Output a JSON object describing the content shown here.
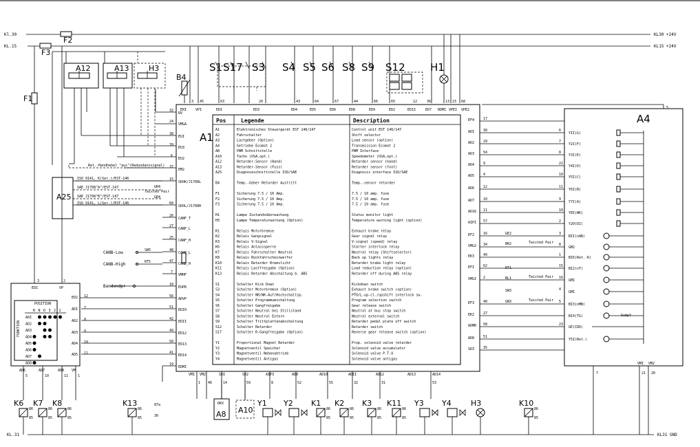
{
  "rails": {
    "kl30_left": "Kl.30",
    "kl15_left": "KL.15",
    "kl30_right": "KL30 +24V",
    "kl15_right": "KL15 +24V",
    "kl31_left": "KL.31",
    "kl31_right": "KL31 GND"
  },
  "components": {
    "F1": "F1",
    "F2": "F2",
    "F3": "F3",
    "A12": "A12",
    "A13": "A13",
    "H3": "H3",
    "B4": "B4",
    "A1": "A1",
    "A2": "A2",
    "A4": "A4",
    "A25": "A25",
    "H1": "H1",
    "S12": "S12",
    "A8": "A8",
    "A10": "A10"
  },
  "top_switches": [
    "S1",
    "S17",
    "S3",
    "S4",
    "S5",
    "S6",
    "S8",
    "S9"
  ],
  "top_pins": [
    "3",
    "45",
    "63",
    "20",
    "43",
    "64",
    "67",
    "44",
    "66",
    "65",
    "12",
    "36",
    "13",
    "23",
    "68"
  ],
  "a1_top_labels": [
    "ERI",
    "VPI",
    "EDI",
    "ED3",
    "ED4",
    "ED5",
    "ED6",
    "ED8",
    "ED9",
    "ED2",
    "ED15",
    "ED7",
    "RDMI",
    "VPEI",
    "VPE2"
  ],
  "a1_left_pins": [
    {
      "num": "32",
      "label": "RV"
    },
    {
      "num": "24",
      "label": "VMGA"
    },
    {
      "num": "38",
      "label": "EUI"
    },
    {
      "num": "39",
      "label": "EU3"
    },
    {
      "num": "6",
      "label": "EU2"
    },
    {
      "num": "37",
      "label": "EM2"
    },
    {
      "num": "15",
      "label": "SDOK/J1708L"
    },
    {
      "num": "60",
      "label": "SDOL/J1708H"
    },
    {
      "num": "26",
      "label": "CANF_T"
    },
    {
      "num": "27",
      "label": "CANF_L"
    },
    {
      "num": "25",
      "label": "CANF_H"
    },
    {
      "num": "48",
      "label": "CANB_L"
    },
    {
      "num": "47",
      "label": "CANB_H"
    },
    {
      "num": "7",
      "label": "VMHF"
    },
    {
      "num": "18",
      "label": "EUPR"
    },
    {
      "num": "56",
      "label": "ADVP"
    },
    {
      "num": "51",
      "label": "EDI0"
    },
    {
      "num": "42",
      "label": "EDII"
    },
    {
      "num": "49",
      "label": "ED12"
    },
    {
      "num": "50",
      "label": "ED13"
    },
    {
      "num": "41",
      "label": "ED14"
    },
    {
      "num": "19",
      "label": "EDMI"
    }
  ],
  "a1_right_pins": [
    {
      "num": "17",
      "label": "EF4"
    },
    {
      "num": "30",
      "label": "ADI"
    },
    {
      "num": "29",
      "label": "AD2"
    },
    {
      "num": "54",
      "label": "AD3"
    },
    {
      "num": "9",
      "label": "AD4"
    },
    {
      "num": "4",
      "label": "AD5"
    },
    {
      "num": "12",
      "label": "AD6"
    },
    {
      "num": "10",
      "label": "AD7"
    },
    {
      "num": "11",
      "label": "AD16"
    },
    {
      "num": "57",
      "label": "AIPI"
    },
    {
      "num": "16",
      "label": "EF2"
    },
    {
      "num": "34",
      "label": "VMG2"
    },
    {
      "num": "49",
      "label": "EK3"
    },
    {
      "num": "62",
      "label": "EFI"
    },
    {
      "num": "2",
      "label": "VMGI"
    },
    {
      "num": "40",
      "label": "EF3"
    },
    {
      "num": "27",
      "label": "EK2"
    },
    {
      "num": "58",
      "label": "ADMR"
    },
    {
      "num": "51",
      "label": "AD8"
    },
    {
      "num": "35",
      "label": "SD3"
    }
  ],
  "a1_bottom_labels": [
    "VMI",
    "VM2",
    "SDI",
    "SD2",
    "AIP3",
    "AD9",
    "AD10",
    "ADII",
    "AD12",
    "AD13",
    "AD14"
  ],
  "a1_bottom_pins": [
    "1",
    "46",
    "14",
    "59",
    "8",
    "52",
    "55",
    "32",
    "31",
    "53"
  ],
  "legend": {
    "col_pos": "Pos",
    "col_legende": "Legende",
    "col_desc": "Description",
    "rows": [
      {
        "pos": "A1",
        "de": "Elektronisches Steuergerät EST 146/147",
        "en": "Control unit EST 146/147"
      },
      {
        "pos": "A2",
        "de": "Fahrschalter",
        "en": "Shift selector"
      },
      {
        "pos": "A3",
        "de": "Lastgeber (Option)",
        "en": "Load sensor (option)"
      },
      {
        "pos": "A4",
        "de": "Getriebe Ecomat 2",
        "en": "Transmission Ecomat 2"
      },
      {
        "pos": "A8",
        "de": "PWM Schnittstelle",
        "en": "PWM Interface"
      },
      {
        "pos": "A10",
        "de": "Tacho (USA,opt.)",
        "en": "Speedometer (USA,opt.)"
      },
      {
        "pos": "A12",
        "de": "Retarder-Sensor (Hand)",
        "en": "Retarder sensor (hand)"
      },
      {
        "pos": "A13",
        "de": "Retarder-Sensor (Fuss)",
        "en": "Retarder sensor (foot)"
      },
      {
        "pos": "A25",
        "de": "Diagnoseschnittstelle ISO/SAE",
        "en": "Diagnosis interface ISO/SAE"
      },
      {
        "pos": "",
        "de": "",
        "en": ""
      },
      {
        "pos": "B4",
        "de": "Temp.-Geber Retarder Austritt",
        "en": "Temp.-sensor retarder"
      },
      {
        "pos": "",
        "de": "",
        "en": ""
      },
      {
        "pos": "F1",
        "de": "Sicherung 7.5 / 10 Amp.",
        "en": "7.5 / 10 amp. fuse"
      },
      {
        "pos": "F2",
        "de": "Sicherung 7.5 / 10 Amp.",
        "en": "7.5 / 10 amp. fuse"
      },
      {
        "pos": "F3",
        "de": "Sicherung 7.5 / 10 Amp.",
        "en": "7.5 / 10 amp. fuse"
      },
      {
        "pos": "",
        "de": "",
        "en": ""
      },
      {
        "pos": "H1",
        "de": "Lampe Zustandsüberwachung",
        "en": "Status monitor light"
      },
      {
        "pos": "H3",
        "de": "Lampe Temperaturwarnung (Option)",
        "en": "Temperature warning light (option)"
      },
      {
        "pos": "",
        "de": "",
        "en": ""
      },
      {
        "pos": "K1",
        "de": "Relais Motorbremse",
        "en": "Exhaust brake relay"
      },
      {
        "pos": "K2",
        "de": "Relais Gangsignal",
        "en": "Gear signal relay"
      },
      {
        "pos": "K3",
        "de": "Relais V-Signal",
        "en": "V-signal (speed) relay"
      },
      {
        "pos": "K6",
        "de": "Relais Anlasssperre",
        "en": "Starter interlock relay"
      },
      {
        "pos": "K7",
        "de": "Relais Fahrschalter Neutral",
        "en": "Neutral relay (Shiftselector)"
      },
      {
        "pos": "K8",
        "de": "Relais Rückfahrscheinwerfer",
        "en": "Back up lights relay"
      },
      {
        "pos": "K10",
        "de": "Relais Retarder Bremslicht",
        "en": "Retarder brake light relay"
      },
      {
        "pos": "K11",
        "de": "Relais Lastfreigabe (Option)",
        "en": "Load reduction relay (option)"
      },
      {
        "pos": "K13",
        "de": "Relais Retarder Abschaltung b. ABS",
        "en": "Retarder off during ABS relay"
      },
      {
        "pos": "",
        "de": "",
        "en": ""
      },
      {
        "pos": "S1",
        "de": "Schalter Kick Down",
        "en": "Kickdown switch"
      },
      {
        "pos": "S3",
        "de": "Schalter Motorbremse (Option)",
        "en": "Exhaust brake switch (option)"
      },
      {
        "pos": "S4",
        "de": "Schalter NR/WK-Auf/Hochschaltsp.",
        "en": "PTO/L-up-cl./upshift interlock sw."
      },
      {
        "pos": "S5",
        "de": "Schalter Programmumschaltung",
        "en": "Program selection switch"
      },
      {
        "pos": "S6",
        "de": "Schalter Gangfreigabe",
        "en": "Gear release switch"
      },
      {
        "pos": "S7",
        "de": "Schalter Neutral bei Stillstand",
        "en": "Neutral at bus stop switch"
      },
      {
        "pos": "S8",
        "de": "Schalter Neutral Extern",
        "en": "Neutral external switch"
      },
      {
        "pos": "S9",
        "de": "Schalter Trittplattenabschaltung",
        "en": "Retarder pedal plate off switch"
      },
      {
        "pos": "S12",
        "de": "Schalter Retarder",
        "en": "Retarder switch"
      },
      {
        "pos": "S17",
        "de": "Schalter R-Gangfreigabe (Option)",
        "en": "Reverse gear release switch (option)"
      },
      {
        "pos": "",
        "de": "",
        "en": ""
      },
      {
        "pos": "Y1",
        "de": "Proportional Magnet Retarder",
        "en": "Prop. solenoid valve retarder"
      },
      {
        "pos": "Y2",
        "de": "Magnetventil Speicher",
        "en": "Solenoid valve accumulator"
      },
      {
        "pos": "Y3",
        "de": "Magnetventil Nebenabtrieb",
        "en": "Solenoid valve P.T.O"
      },
      {
        "pos": "Y4",
        "de": "Magnetventil Antigas",
        "en": "Solenoid valve antigas"
      }
    ]
  },
  "left_side": {
    "ret_handhebel": "Ret.-Handhebel \"aus\"(Redundanzsignal)",
    "iso_1": "ISO 9141, K(Ser.)/EST-146",
    "sae_1": "SAE J1708\"A\"/EST-147",
    "twisted_pair": "Twisted Pair",
    "gr4_1": "GR4",
    "sae_2": "SAE J1708\"B\"/EST-147",
    "gr4_2": "GR4",
    "iso_2": "ISO 9141, L(Ser.)/EST-146",
    "sw5": "SW5",
    "rt5": "RT5",
    "canb_low": "CANB-Low",
    "canb_high": "CANB-High",
    "bandendpr": "Bandendpr"
  },
  "a2": {
    "pins_top": [
      "EDI",
      "VP"
    ],
    "pins_top_num": [
      "3",
      "2"
    ],
    "position": "POSITION",
    "cols": [
      "R",
      "N",
      "D",
      "3",
      "2",
      "1"
    ],
    "function_label": "FUNKTION",
    "rows": [
      "ADI",
      "AD2",
      "AD3",
      "AD4",
      "AD5",
      "AD6",
      "AD7",
      "AD8"
    ],
    "right_labels": [
      "ED2",
      "ADI",
      "AD2",
      "AD3",
      "AD4",
      "AD5"
    ],
    "right_nums": [
      "12",
      "7",
      "8",
      "9",
      "10",
      "11"
    ],
    "bottom_labels": [
      "AD6",
      "AD7",
      "AD8",
      "VM"
    ],
    "bottom_nums": [
      "5",
      "10",
      "11",
      "1"
    ]
  },
  "a4": {
    "top_pin": "5",
    "left_nums": [
      "6",
      "7",
      "8",
      "22",
      "10",
      "11",
      "9",
      "10",
      "2",
      "3",
      "8",
      "1",
      "15",
      "16",
      "4",
      "5",
      "23"
    ],
    "labels": [
      "YII(G)",
      "Y2I(F)",
      "Y3I(E)",
      "Y4I(D)",
      "Y5I(C)",
      "Y6I(B)",
      "Y7I(A)",
      "Y8I(WK)",
      "Y20(DI)",
      "BII(nAB)",
      "GM2",
      "BI6(Ret.-K)",
      "BI2(nT)",
      "GMI",
      "GMI",
      "BI3(nMN)",
      "BI4(TG)",
      "GE(CDD)",
      "Y5I(Ret.)"
    ],
    "sumpf": "Sumpf",
    "ge2": "GE2",
    "br2": "BR2",
    "rt1": "RT1",
    "bl1": "BL1",
    "sw3": "SW3",
    "gn3": "GN3",
    "twisted": "Twisted Pair",
    "bottom_labels": [
      "VMI",
      "VM2"
    ],
    "bottom_nums": [
      "7",
      "21",
      "20"
    ]
  },
  "bottom_components": [
    "K6",
    "K7",
    "K8",
    "K13",
    "Y1",
    "Y2",
    "K1",
    "K2",
    "K3",
    "K11",
    "Y3",
    "Y4",
    "H3",
    "K10"
  ],
  "relay_pins": {
    "p86": "86",
    "p85": "85",
    "p87a": "87a",
    "p30": "30"
  },
  "misc": {
    "dkv": "DKV"
  }
}
